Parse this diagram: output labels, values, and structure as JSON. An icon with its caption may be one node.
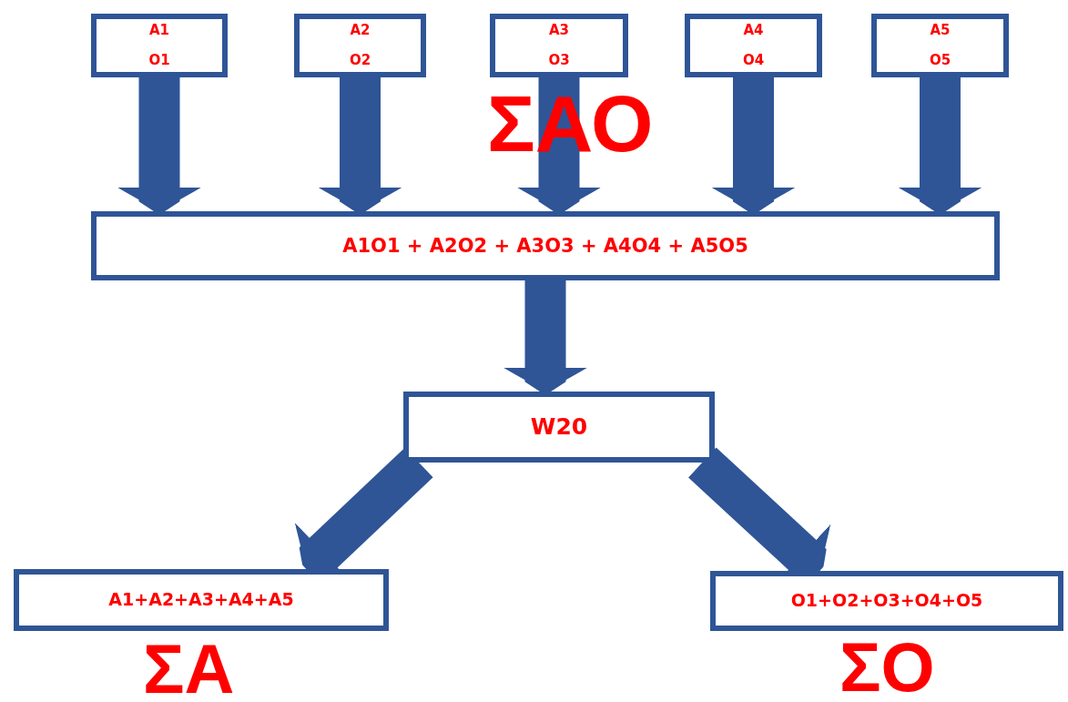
{
  "diagram": {
    "nodes": [
      {
        "text": [
          "A1",
          "O1"
        ]
      },
      {
        "text": [
          "A2",
          "O2"
        ]
      },
      {
        "text": [
          "A3",
          "O3"
        ]
      },
      {
        "text": [
          "A4",
          "O4"
        ]
      },
      {
        "text": [
          "A5",
          "O5"
        ]
      },
      {
        "text": [
          "A1O1 + A2O2 + A3O3 + A4O4 + A5O5"
        ]
      },
      {
        "text": [
          "W20"
        ]
      },
      {
        "text": [
          "A1+A2+A3+A4+A5"
        ],
        "beside": [
          "ΣΑ"
        ]
      },
      {
        "text": [
          "O1+O2+O3+O4+O5"
        ],
        "beside": [
          "ΣΟ"
        ]
      }
    ],
    "edges": [
      {
        "from": 0,
        "to": 5,
        "arrow": "to"
      },
      {
        "from": 1,
        "to": 5,
        "arrow": "to"
      },
      {
        "from": 2,
        "to": 5,
        "arrow": "to"
      },
      {
        "from": 3,
        "to": 5,
        "arrow": "to"
      },
      {
        "from": 4,
        "to": 5,
        "arrow": "to"
      },
      {
        "from": 5,
        "to": 6,
        "arrow": "to"
      },
      {
        "from": 6,
        "to": 7,
        "arrow": "to"
      },
      {
        "from": 6,
        "to": 8,
        "arrow": "to"
      }
    ],
    "labels": [
      "ΣΑΟ"
    ]
  }
}
